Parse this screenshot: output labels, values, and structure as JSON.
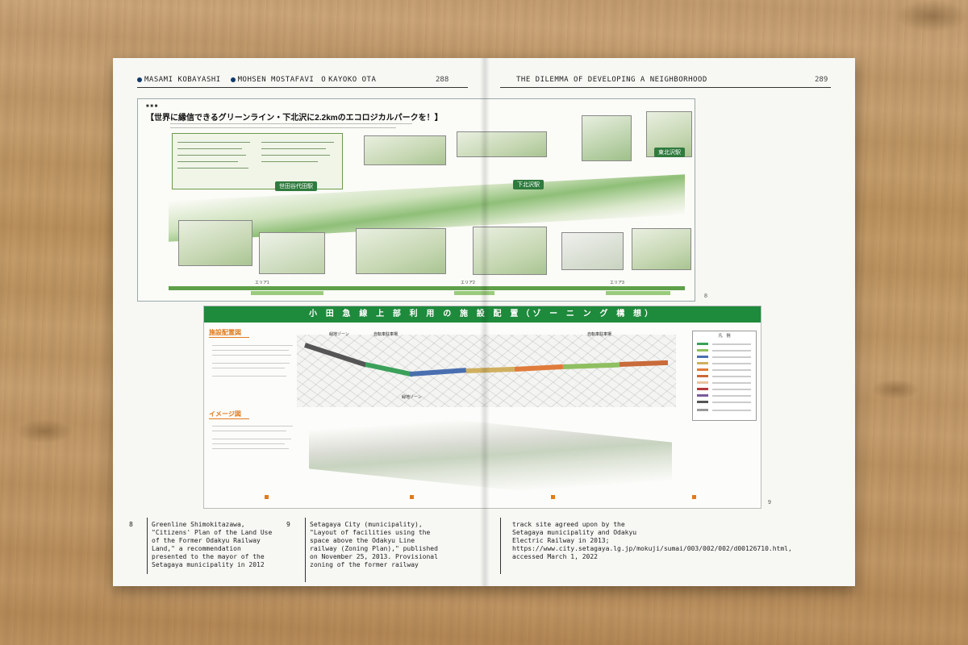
{
  "left_page": {
    "running_head_authors": [
      "MASAMI KOBAYASHI",
      "MOHSEN MOSTAFAVI",
      "O",
      "KAYOKO OTA"
    ],
    "page_number": "288"
  },
  "right_page": {
    "running_head_title": "THE DILEMMA OF DEVELOPING A NEIGHBORHOOD",
    "page_number": "289"
  },
  "figure_8": {
    "title": "【世界に縁信できるグリーンライン・下北沢に2.2kmのエコロジカルパークを！】",
    "stations": [
      "世田谷代田駅",
      "下北沢駅",
      "東北沢駅"
    ],
    "area_labels": [
      "エリア1",
      "エリア2",
      "エリア3"
    ],
    "number": "8"
  },
  "figure_9": {
    "header": "小 田 急 線 上 部 利 用 の 施 設 配 置（ゾ ー ニ ン グ 構 想）",
    "section_1": "施設配置図",
    "section_2": "イメージ図",
    "legend_title": "凡　例",
    "callouts": [
      "緑地ゾーン",
      "緑地ゾーン",
      "自転車駐車場",
      "自転車駐車場"
    ],
    "number": "9"
  },
  "captions": {
    "c1_number": "8",
    "c1_text": "Greenline Shimokitazawa, \"Citizens' Plan of the Land Use of the Former Odakyu Railway Land,\" a recommendation presented to the mayor of the Setagaya municipality in 2012",
    "c2_number": "9",
    "c2_text": "Setagaya City (municipality), \"Layout of facilities using the space above the Odakyu Line railway (Zoning Plan),\" published on November 25, 2013. Provisional zoning of the former railway",
    "c3_text": "track site agreed upon by the Setagaya municipality and Odakyu Electric Railway in 2013; https://www.city.setagaya.lg.jp/mokuji/sumai/003/002/002/d00126710.html, accessed March 1, 2022"
  },
  "colors": {
    "green_header": "#1e8a3c",
    "orange_section": "#e07b1d",
    "station_green": "#2f7b3e",
    "author_dot": "#123a6a"
  }
}
